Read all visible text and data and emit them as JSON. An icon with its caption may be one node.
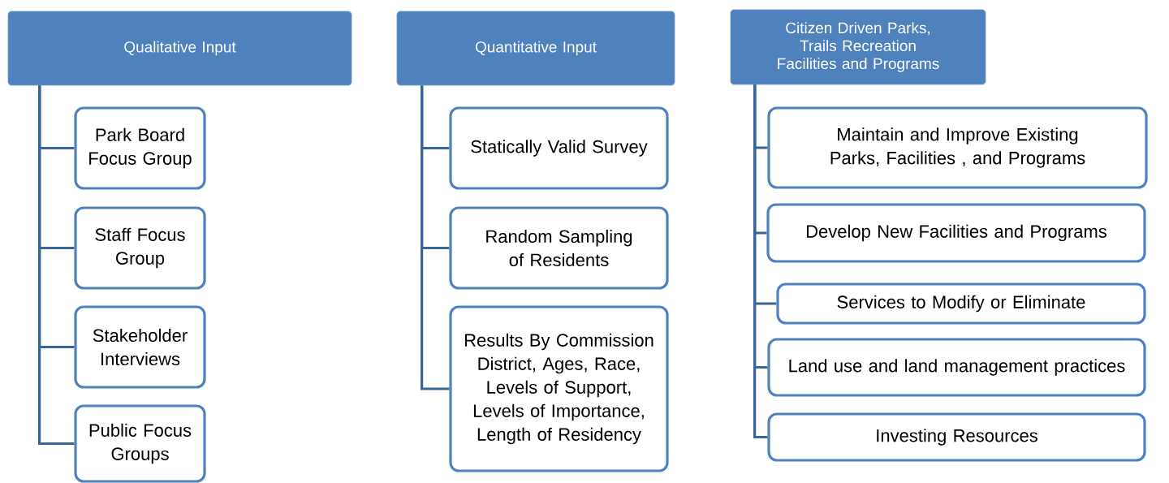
{
  "diagram": {
    "nodes": [
      {
        "text": [
          "Qualitative Input"
        ]
      },
      {
        "text": [
          "Park Board Focus Group"
        ]
      },
      {
        "text": [
          "Staff Focus Group"
        ]
      },
      {
        "text": [
          "Stakeholder Interviews"
        ]
      },
      {
        "text": [
          "Public Focus Groups"
        ]
      },
      {
        "text": [
          "Quantitative Input"
        ]
      },
      {
        "text": [
          "Statically Valid Survey"
        ]
      },
      {
        "text": [
          "Random Sampling of Residents"
        ]
      },
      {
        "text": [
          "Results By Commission District, Ages, Race, Levels of Support, Levels of Importance, Length of Residency"
        ]
      },
      {
        "text": [
          "Citizen Driven Parks, Trails Recreation Facilities and Programs"
        ]
      },
      {
        "text": [
          "Maintain and Improve Existing Parks, Facilities , and Programs"
        ]
      },
      {
        "text": [
          "Develop New Facilities and Programs"
        ]
      },
      {
        "text": [
          "Services to Modify or Eliminate"
        ]
      },
      {
        "text": [
          "Land use and land management practices"
        ]
      },
      {
        "text": [
          "Investing Resources"
        ]
      }
    ],
    "edges": [
      {
        "from": 0,
        "to": 1,
        "arrow": "none"
      },
      {
        "from": 0,
        "to": 2,
        "arrow": "none"
      },
      {
        "from": 0,
        "to": 3,
        "arrow": "none"
      },
      {
        "from": 0,
        "to": 4,
        "arrow": "none"
      },
      {
        "from": 5,
        "to": 6,
        "arrow": "none"
      },
      {
        "from": 5,
        "to": 7,
        "arrow": "none"
      },
      {
        "from": 5,
        "to": 8,
        "arrow": "none"
      },
      {
        "from": 9,
        "to": 10,
        "arrow": "none"
      },
      {
        "from": 9,
        "to": 11,
        "arrow": "none"
      },
      {
        "from": 9,
        "to": 12,
        "arrow": "none"
      },
      {
        "from": 9,
        "to": 13,
        "arrow": "none"
      },
      {
        "from": 9,
        "to": 14,
        "arrow": "none"
      }
    ]
  }
}
